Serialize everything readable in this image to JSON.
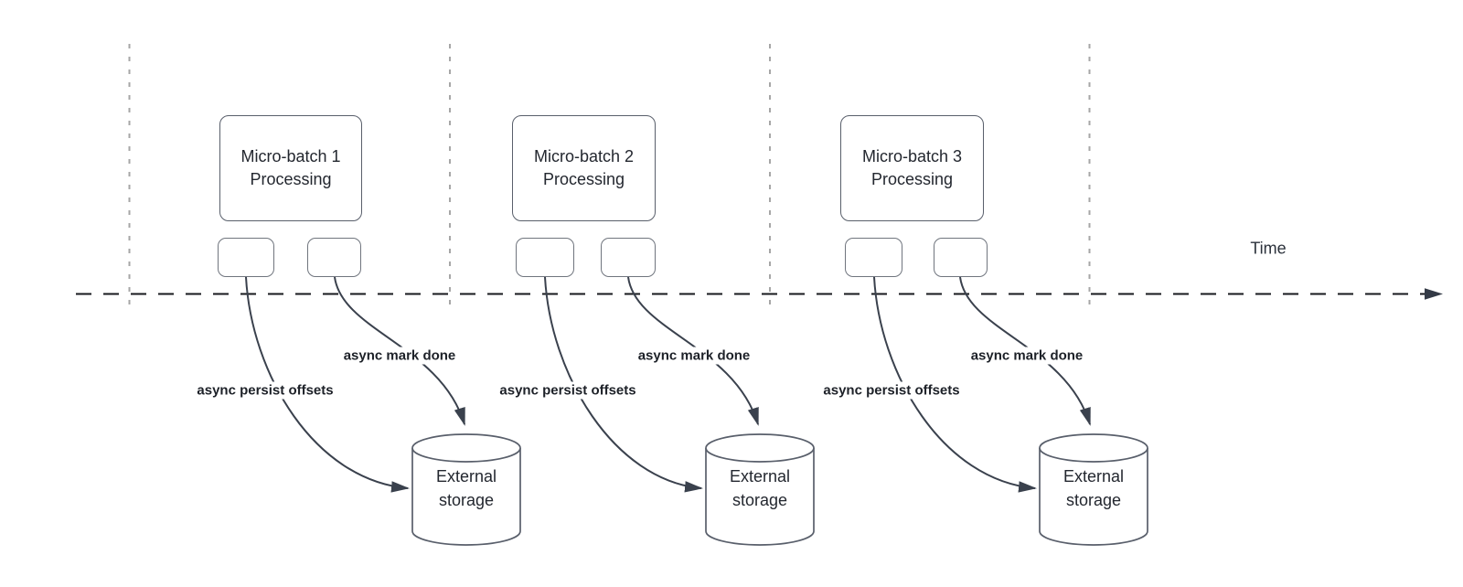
{
  "time_axis": {
    "label": "Time"
  },
  "batches": [
    {
      "box_label": "Micro-batch 1\nProcessing",
      "persist_label": "async persist offsets",
      "done_label": "async mark done",
      "storage_label": "External\nstorage"
    },
    {
      "box_label": "Micro-batch 2\nProcessing",
      "persist_label": "async persist offsets",
      "done_label": "async mark done",
      "storage_label": "External\nstorage"
    },
    {
      "box_label": "Micro-batch 3\nProcessing",
      "persist_label": "async persist offsets",
      "done_label": "async mark done",
      "storage_label": "External\nstorage"
    }
  ],
  "colors": {
    "background": "#ffffff",
    "shape_border": "#595f6b",
    "shape_text": "#23272f",
    "bold_label_text": "#1d2128",
    "arrow_curve": "#3a414d",
    "time_axis_line": "#17191d",
    "divider_line": "#a6a6a6"
  }
}
